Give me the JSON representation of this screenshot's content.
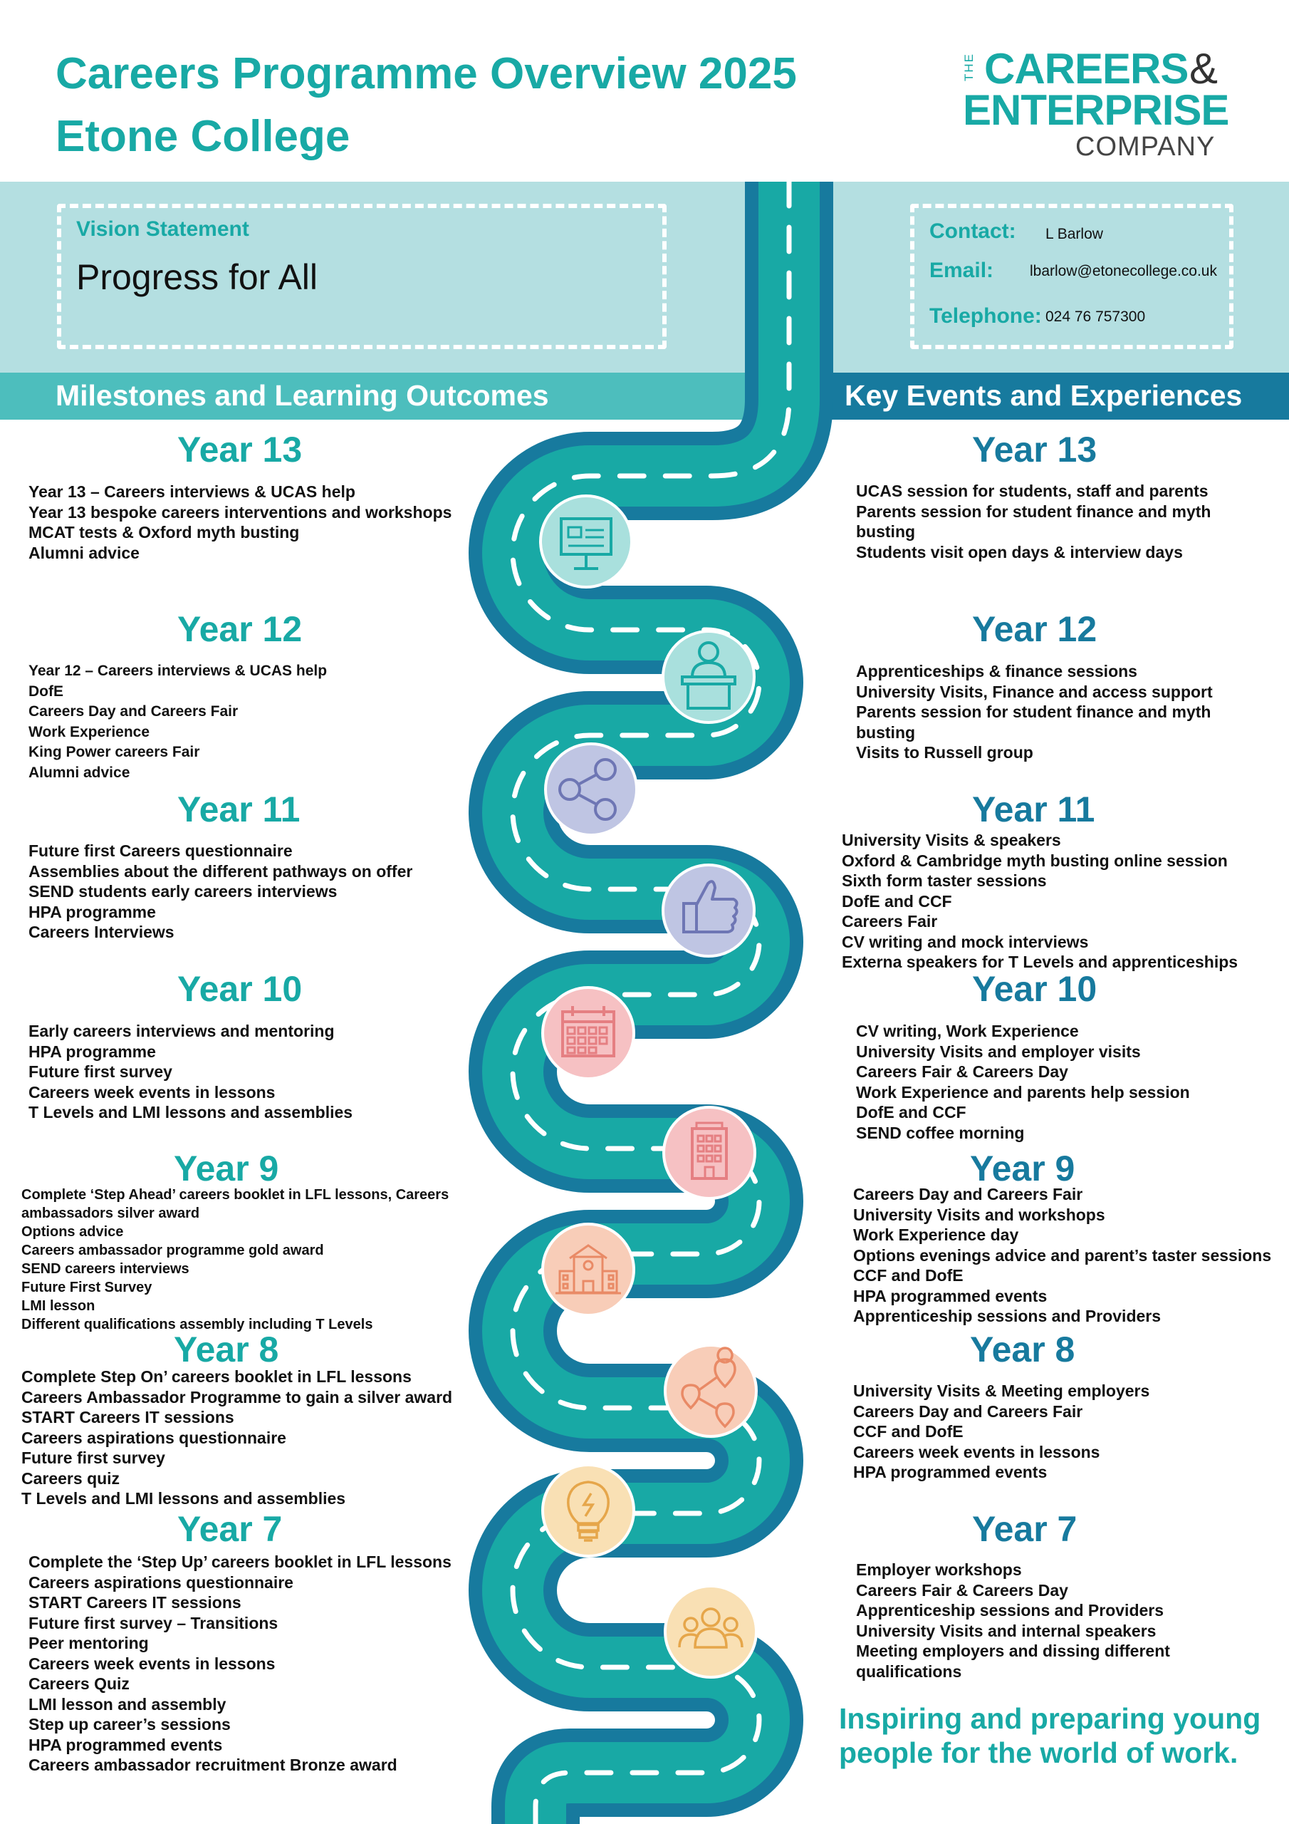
{
  "header": {
    "title_line1": "Careers Programme Overview 2025",
    "title_line2": "Etone College"
  },
  "logo": {
    "the": "THE",
    "line1": "CAREERS",
    "amp": "&",
    "line2": "ENTERPRISE",
    "line3": "COMPANY"
  },
  "vision": {
    "label": "Vision Statement",
    "text": "Progress for All"
  },
  "contact": {
    "contact_label": "Contact:",
    "contact_value": "L Barlow",
    "email_label": "Email:",
    "email_value": "lbarlow@etonecollege.co.uk",
    "telephone_label": "Telephone:",
    "telephone_value": "024 76 757300"
  },
  "sections": {
    "left": "Milestones and Learning Outcomes",
    "right": "Key Events and Experiences"
  },
  "milestones": [
    {
      "year": "Year 13",
      "items": [
        "Year 13 – Careers interviews & UCAS help",
        "Year 13 bespoke careers interventions and workshops",
        "MCAT tests & Oxford myth busting",
        "Alumni advice"
      ]
    },
    {
      "year": "Year 12",
      "items": [
        "Year 12 – Careers interviews & UCAS help",
        "DofE",
        "Careers Day and Careers Fair",
        "Work Experience",
        "King Power careers Fair",
        "Alumni advice"
      ]
    },
    {
      "year": "Year 11",
      "items": [
        "Future first Careers questionnaire",
        "Assemblies about the different pathways on offer",
        "SEND students early careers interviews",
        "HPA programme",
        "Careers Interviews"
      ]
    },
    {
      "year": "Year 10",
      "items": [
        "Early careers interviews and mentoring",
        "HPA programme",
        "Future first survey",
        "Careers week events in lessons",
        "T Levels and LMI lessons and assemblies"
      ]
    },
    {
      "year": "Year 9",
      "items": [
        "Complete ‘Step Ahead’ careers booklet in LFL lessons, Careers ambassadors silver award",
        "Options advice",
        "Careers ambassador programme gold award",
        "SEND careers interviews",
        "Future First Survey",
        "LMI lesson",
        "Different qualifications assembly including T Levels"
      ]
    },
    {
      "year": "Year 8",
      "items": [
        "Complete Step On’ careers booklet in LFL lessons",
        "Careers Ambassador Programme to gain a silver  award",
        "START Careers IT sessions",
        "Careers aspirations questionnaire",
        "Future first survey",
        "Careers quiz",
        "T Levels and LMI lessons and assemblies"
      ]
    },
    {
      "year": "Year 7",
      "items": [
        "Complete the ‘Step Up’ careers booklet in LFL lessons",
        "Careers aspirations questionnaire",
        "START Careers IT sessions",
        "Future first survey – Transitions",
        "Peer mentoring",
        "Careers week events in lessons",
        "Careers Quiz",
        "LMI lesson and assembly",
        "Step up career’s sessions",
        "HPA programmed events",
        "Careers ambassador recruitment Bronze award"
      ]
    }
  ],
  "events": [
    {
      "year": "Year 13",
      "items": [
        "UCAS session for students, staff and parents",
        "Parents session for student finance and myth busting",
        "Students visit open days & interview days"
      ]
    },
    {
      "year": "Year 12",
      "items": [
        "Apprenticeships & finance sessions",
        "University Visits, Finance and access support",
        "Parents session for student finance and myth busting",
        "Visits to Russell group"
      ]
    },
    {
      "year": "Year 11",
      "items": [
        "University Visits & speakers",
        "Oxford & Cambridge myth busting online session",
        "Sixth form taster sessions",
        "DofE and CCF",
        "Careers Fair",
        "CV writing  and mock interviews",
        "Externa speakers for T Levels and apprenticeships"
      ]
    },
    {
      "year": "Year 10",
      "items": [
        "CV writing, Work Experience",
        "University Visits and employer visits",
        "Careers Fair & Careers Day",
        "Work Experience and parents help session",
        "DofE and CCF",
        "SEND coffee morning"
      ]
    },
    {
      "year": "Year 9",
      "items": [
        "Careers Day and Careers Fair",
        "University Visits and workshops",
        "Work Experience day",
        "Options evenings advice and parent’s taster sessions",
        "CCF and DofE",
        "HPA programmed events",
        "Apprenticeship sessions and Providers"
      ]
    },
    {
      "year": "Year 8",
      "items": [
        "University Visits & Meeting employers",
        "Careers Day and Careers Fair",
        "CCF and DofE",
        "Careers week events in lessons",
        "HPA programmed events"
      ]
    },
    {
      "year": "Year 7",
      "items": [
        "Employer workshops",
        "Careers Fair & Careers Day",
        "Apprenticeship sessions and Providers",
        "University Visits and internal speakers",
        "Meeting employers and dissing different qualifications"
      ]
    }
  ],
  "road_icons": [
    "presentation-board-icon",
    "speaker-at-podium-icon",
    "share-network-icon",
    "thumbs-up-icon",
    "calendar-icon",
    "office-building-icon",
    "school-building-icon",
    "location-network-icon",
    "lightbulb-icon",
    "group-of-people-icon"
  ],
  "colors": {
    "teal": "#18a9a5",
    "road_dark": "#177a9e",
    "band": "#b4dfe1",
    "header_left": "#4dbebd",
    "header_right": "#177a9e"
  },
  "tagline": {
    "line1": "Inspiring and preparing young",
    "line2": "people for the world of work."
  }
}
